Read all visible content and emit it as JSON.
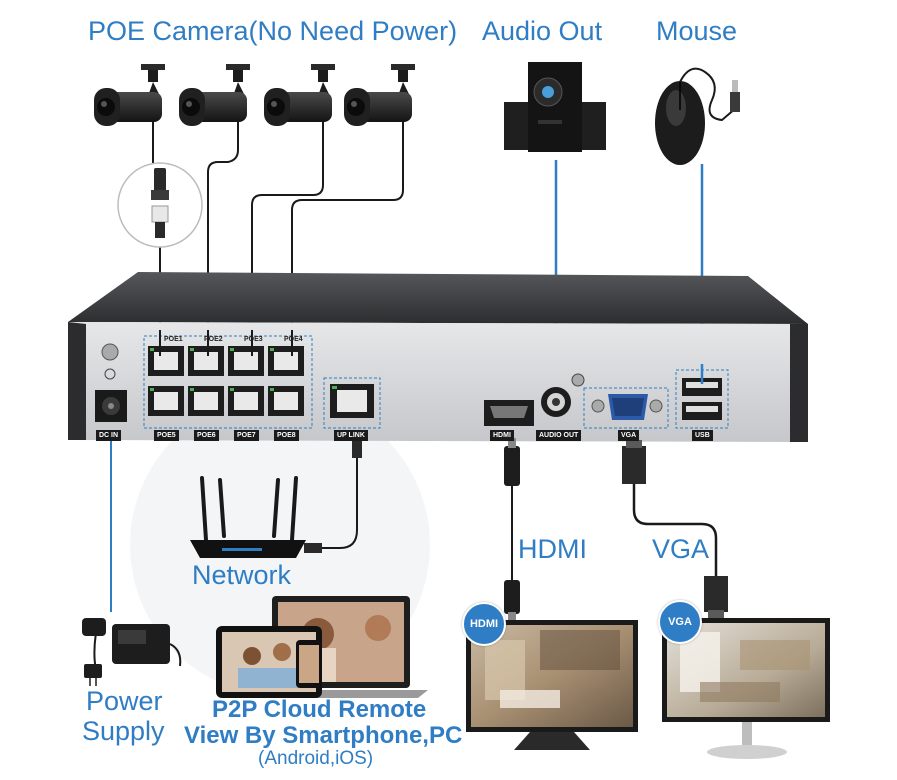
{
  "labels": {
    "poe_camera": "POE Camera(No Need Power)",
    "audio_out": "Audio Out",
    "mouse": "Mouse",
    "hdmi": "HDMI",
    "vga": "VGA",
    "network": "Network",
    "power_supply_line1": "Power",
    "power_supply_line2": "Supply",
    "p2p_line1": "P2P Cloud Remote",
    "p2p_line2": "View By Smartphone,PC",
    "p2p_line3": "(Android,iOS)"
  },
  "ports": {
    "poe_top": [
      "POE1",
      "POE2",
      "POE3",
      "POE4"
    ],
    "poe_bottom": [
      "POE5",
      "POE6",
      "POE7",
      "POE8"
    ],
    "dc_in": "DC IN",
    "uplink": "UP LINK",
    "hdmi": "HDMI",
    "audio_out": "AUDIO OUT",
    "vga": "VGA",
    "usb": "USB"
  },
  "monitor_badges": {
    "hdmi": "HDMI",
    "vga": "VGA"
  },
  "colors": {
    "accent": "#2f7dc4",
    "cable": "#1a1a1a",
    "nvr_body": "#3a3b3d",
    "nvr_face": "#d9dadc"
  }
}
